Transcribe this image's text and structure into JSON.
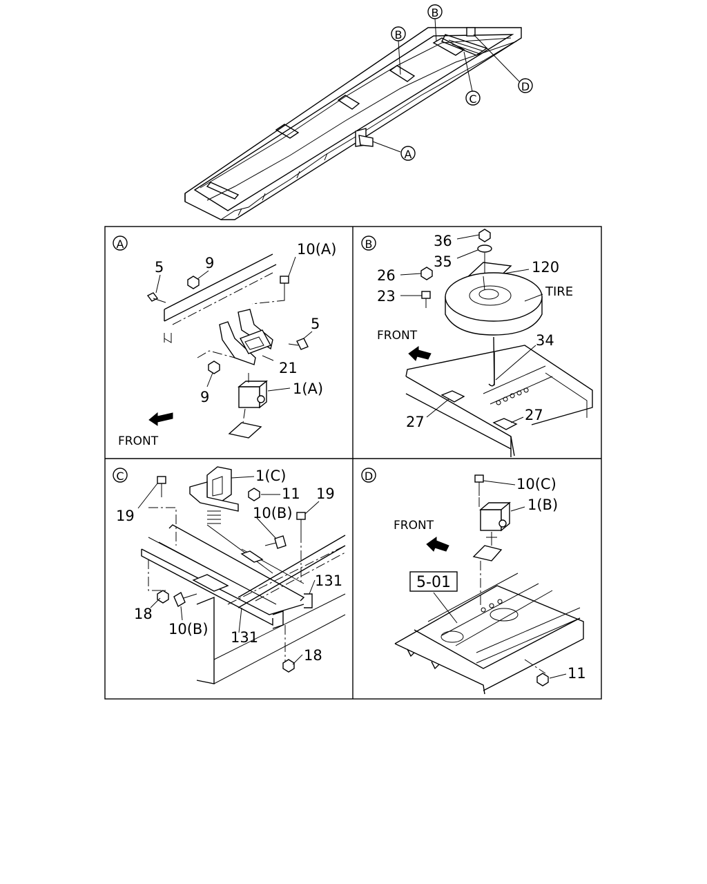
{
  "overview": {
    "callouts": [
      "B",
      "B",
      "D",
      "C",
      "A"
    ]
  },
  "panels": {
    "A": {
      "letter": "A",
      "labels": [
        "5",
        "9",
        "10(A)",
        "5",
        "21",
        "9",
        "1(A)"
      ],
      "front": "FRONT"
    },
    "B": {
      "letter": "B",
      "labels": [
        "36",
        "35",
        "120",
        "26",
        "23",
        "TIRE",
        "34",
        "27",
        "27"
      ],
      "front": "FRONT"
    },
    "C": {
      "letter": "C",
      "labels": [
        "1(C)",
        "11",
        "19",
        "19",
        "10(B)",
        "131",
        "18",
        "10(B)",
        "131",
        "18"
      ]
    },
    "D": {
      "letter": "D",
      "labels": [
        "10(C)",
        "1(B)",
        "5-01",
        "11"
      ],
      "front": "FRONT"
    }
  }
}
